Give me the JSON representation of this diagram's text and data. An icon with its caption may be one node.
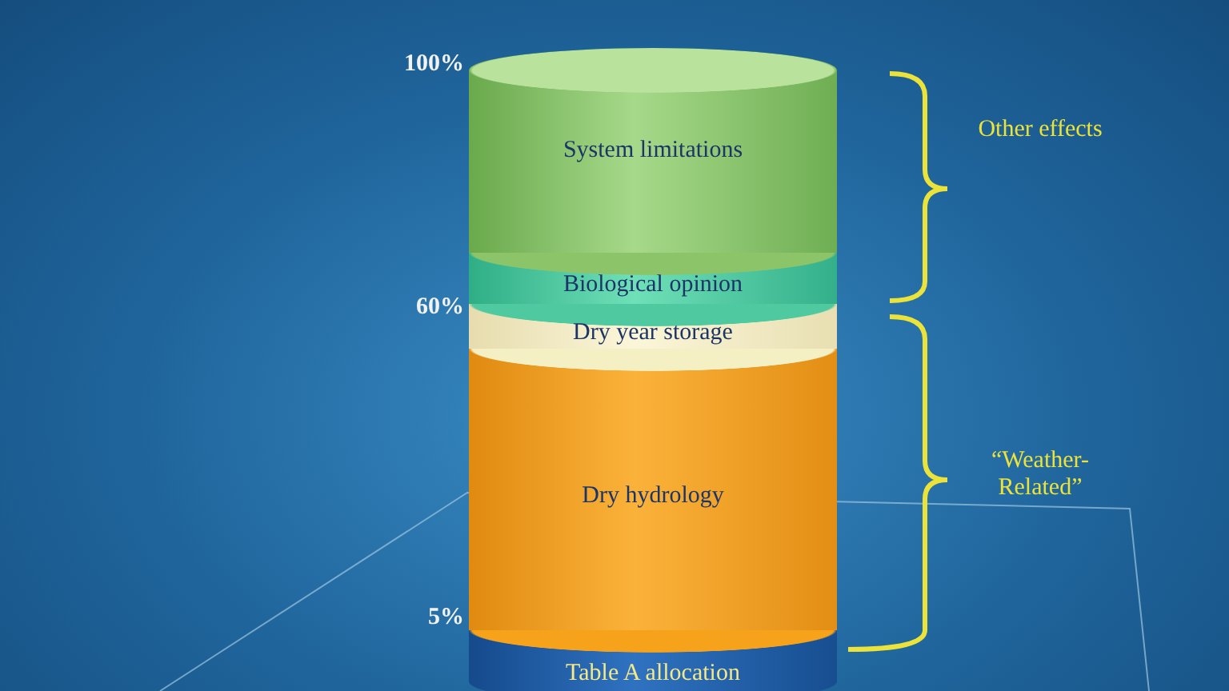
{
  "diagram": {
    "nodes": [
      {
        "text": [
          "System limitations"
        ]
      },
      {
        "text": [
          "Biological opinion"
        ]
      },
      {
        "text": [
          "Dry year storage"
        ]
      },
      {
        "text": [
          "Dry hydrology"
        ]
      },
      {
        "text": [
          "Table A allocation"
        ]
      }
    ],
    "labels": [
      "100%",
      "Other effects",
      "60%",
      "“Weather-Related”",
      "5%"
    ]
  }
}
